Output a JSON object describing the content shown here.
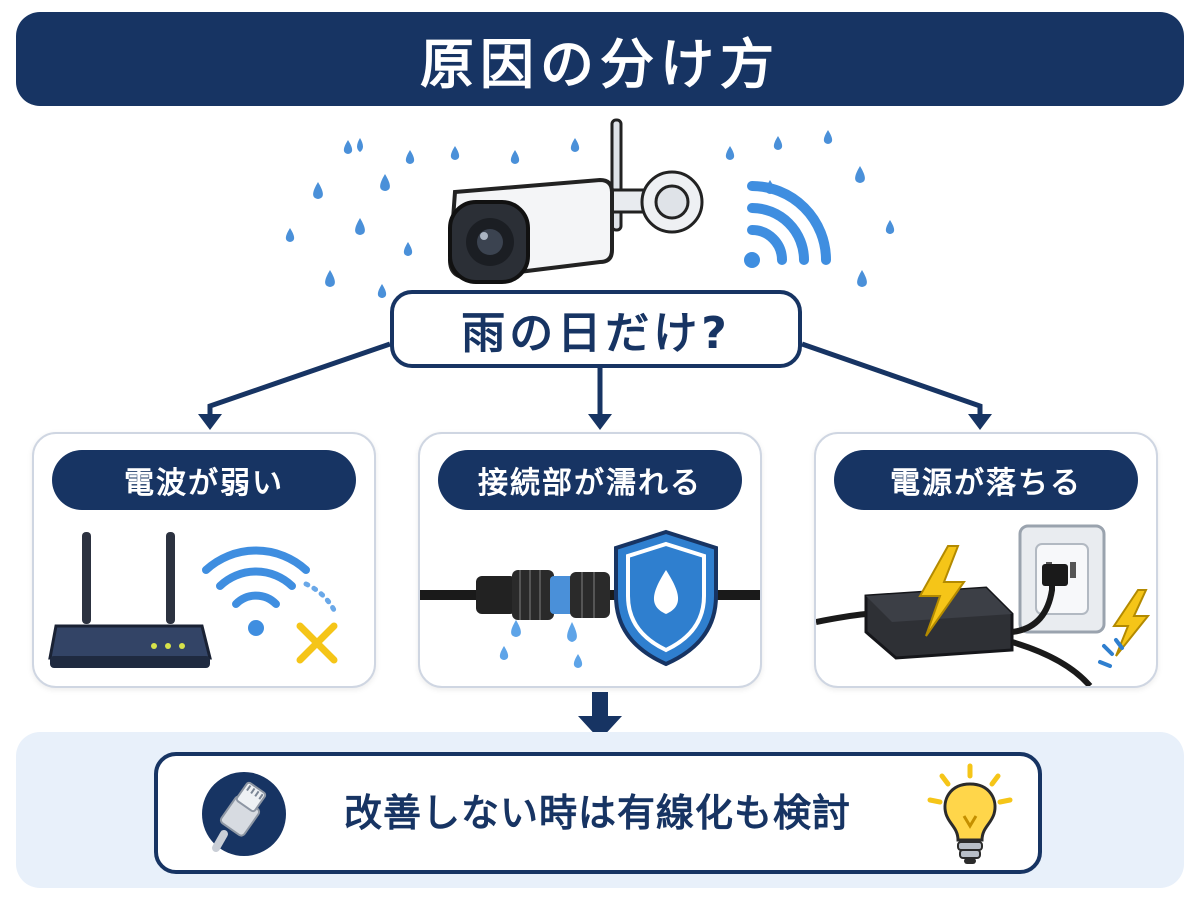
{
  "title": "原因の分け方",
  "question": "雨の日だけ?",
  "causes": [
    {
      "label": "電波が弱い",
      "icons": [
        "router-icon",
        "wifi-icon",
        "cross-icon"
      ]
    },
    {
      "label": "接続部が濡れる",
      "icons": [
        "cable-connector-icon",
        "water-drop-icon",
        "shield-icon"
      ]
    },
    {
      "label": "電源が落ちる",
      "icons": [
        "power-adapter-icon",
        "wall-outlet-icon",
        "lightning-icon"
      ]
    }
  ],
  "advice": "改善しない時は有線化も検討",
  "icons": {
    "scene": [
      "security-camera-icon",
      "raindrop-icon",
      "wifi-signal-icon"
    ],
    "advice": [
      "ethernet-cable-icon",
      "lightbulb-icon"
    ]
  },
  "colors": {
    "navy": "#173463",
    "blue": "#3f8ee0",
    "yellow": "#f5c518",
    "panel_border": "#cfd6e2",
    "bottom_bg": "#e8f0fa"
  }
}
